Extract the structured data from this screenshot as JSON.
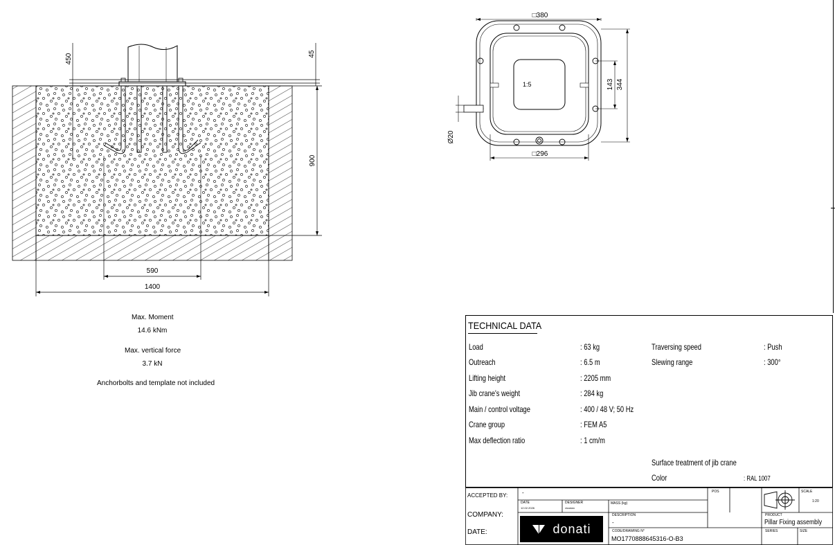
{
  "drawing": {
    "dims_side": {
      "d450": "450",
      "d45": "45",
      "d900": "900",
      "d590": "590",
      "d1400": "1400"
    },
    "dims_top": {
      "d380": "□380",
      "d296": "□296",
      "d143": "143",
      "d344": "344",
      "d20": "Ø20",
      "scale": "1:5"
    }
  },
  "notes": {
    "moment_label": "Max. Moment",
    "moment_value": "14.6 kNm",
    "force_label": "Max. vertical force",
    "force_value": "3.7 kN",
    "anchor_note": "Anchorbolts and template not included"
  },
  "technical": {
    "title": "TECHNICAL DATA",
    "left": [
      {
        "label": "Load",
        "value": ": 63 kg"
      },
      {
        "label": "Outreach",
        "value": ": 6.5  m"
      },
      {
        "label": "Lifting height",
        "value": ": 2205  mm"
      },
      {
        "label": "Jib crane's weight",
        "value": ": 284 kg"
      },
      {
        "label": "Main / control voltage",
        "value": ": 400 / 48 V; 50 Hz"
      },
      {
        "label": "Crane group",
        "value": ": FEM A5"
      },
      {
        "label": "Max deflection ratio",
        "value": ": 1 cm/m"
      }
    ],
    "right": [
      {
        "label": "Traversing speed",
        "value": ": Push"
      },
      {
        "label": "Slewing range",
        "value": ": 300°"
      }
    ],
    "surface_label": "Surface treatment of jib crane",
    "color_label": "Color",
    "color_value": ": RAL 1007"
  },
  "titleblock": {
    "accepted_by": "ACCEPTED BY:",
    "accepted_value": "-",
    "company": "COMPANY:",
    "date": "DATE:",
    "date_hdr": "DATE",
    "date_val": "12.02.2026",
    "designer_hdr": "DESIGNER",
    "designer_val": "vicodan",
    "mass_hdr": "MASS (kg)",
    "pos_hdr": "POS",
    "description_hdr": "DESCRIPTION",
    "description_val": "-",
    "code_hdr": "CODE/DRAWING N°",
    "code_val": "MO1770888645316-O-B3",
    "logo_text": "donati",
    "scale_hdr": "SCALE",
    "scale_val": "1:20",
    "product_hdr": "PRODUCT",
    "product_val": "Pillar Fixing assembly",
    "series_hdr": "SERIES",
    "size_hdr": "SIZE"
  }
}
